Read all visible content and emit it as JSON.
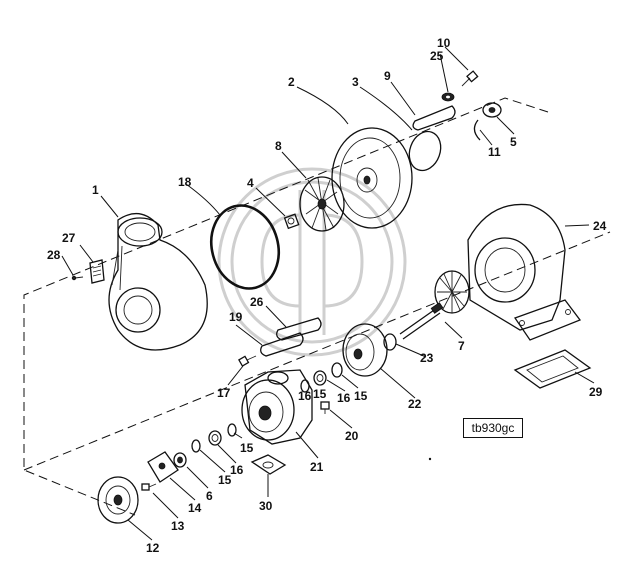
{
  "diagram": {
    "reference_code": "tb930gc",
    "callouts": [
      "1",
      "2",
      "3",
      "4",
      "5",
      "6",
      "7",
      "8",
      "9",
      "10",
      "11",
      "12",
      "13",
      "14",
      "15",
      "15",
      "15",
      "15",
      "16",
      "16",
      "16",
      "17",
      "18",
      "19",
      "20",
      "21",
      "22",
      "23",
      "24",
      "25",
      "26",
      "27",
      "28",
      "29",
      "30"
    ]
  }
}
